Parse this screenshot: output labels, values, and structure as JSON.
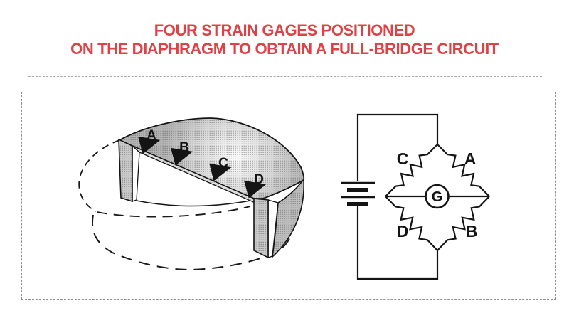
{
  "title": {
    "line1": "FOUR STRAIN GAGES POSITIONED",
    "line2": "ON THE DIAPHRAGM TO OBTAIN A FULL-BRIDGE CIRCUIT"
  },
  "colors": {
    "title_red": "#df4246",
    "line_black": "#141414",
    "frame_dash_gray": "#8f8f8f",
    "stipple_gray": "#c7c7c7"
  },
  "diaphragm": {
    "gages": [
      {
        "label": "A"
      },
      {
        "label": "B"
      },
      {
        "label": "C"
      },
      {
        "label": "D"
      }
    ]
  },
  "circuit": {
    "resistors": {
      "top_left": "C",
      "top_right": "A",
      "bottom_left": "D",
      "bottom_right": "B"
    },
    "galvanometer": "G"
  }
}
